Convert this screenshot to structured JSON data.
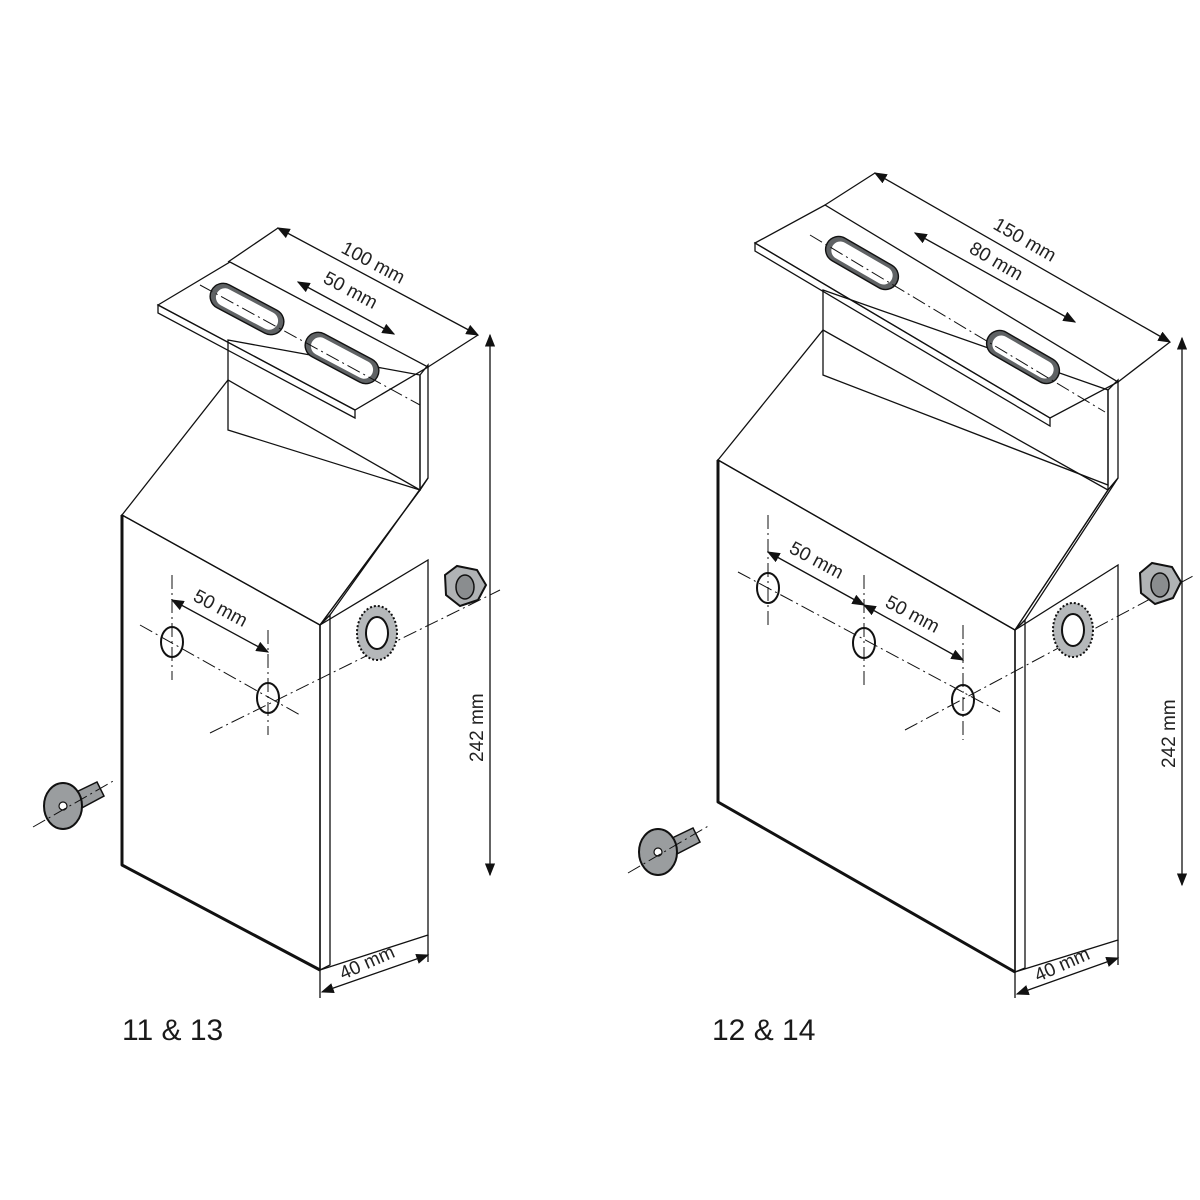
{
  "colors": {
    "background": "#ffffff",
    "front_face": "#8d9092",
    "top_face": "#a5a8aa",
    "flange": "#a0a3a5",
    "side_edge": "#6e7173",
    "outline": "#111111"
  },
  "brackets": [
    {
      "caption": "11 & 13",
      "dimensions": {
        "flange_length": "100 mm",
        "slot_spacing": "50 mm",
        "hole_spacing": [
          "50 mm"
        ],
        "height": "242 mm",
        "depth": "40 mm"
      },
      "hole_count": 2,
      "slot_count": 2
    },
    {
      "caption": "12 & 14",
      "dimensions": {
        "flange_length": "150 mm",
        "slot_spacing": "80 mm",
        "hole_spacing": [
          "50 mm",
          "50 mm"
        ],
        "height": "242 mm",
        "depth": "40 mm"
      },
      "hole_count": 3,
      "slot_count": 2
    }
  ],
  "hardware": [
    "bolt",
    "serrated-washer",
    "hex-nut"
  ]
}
